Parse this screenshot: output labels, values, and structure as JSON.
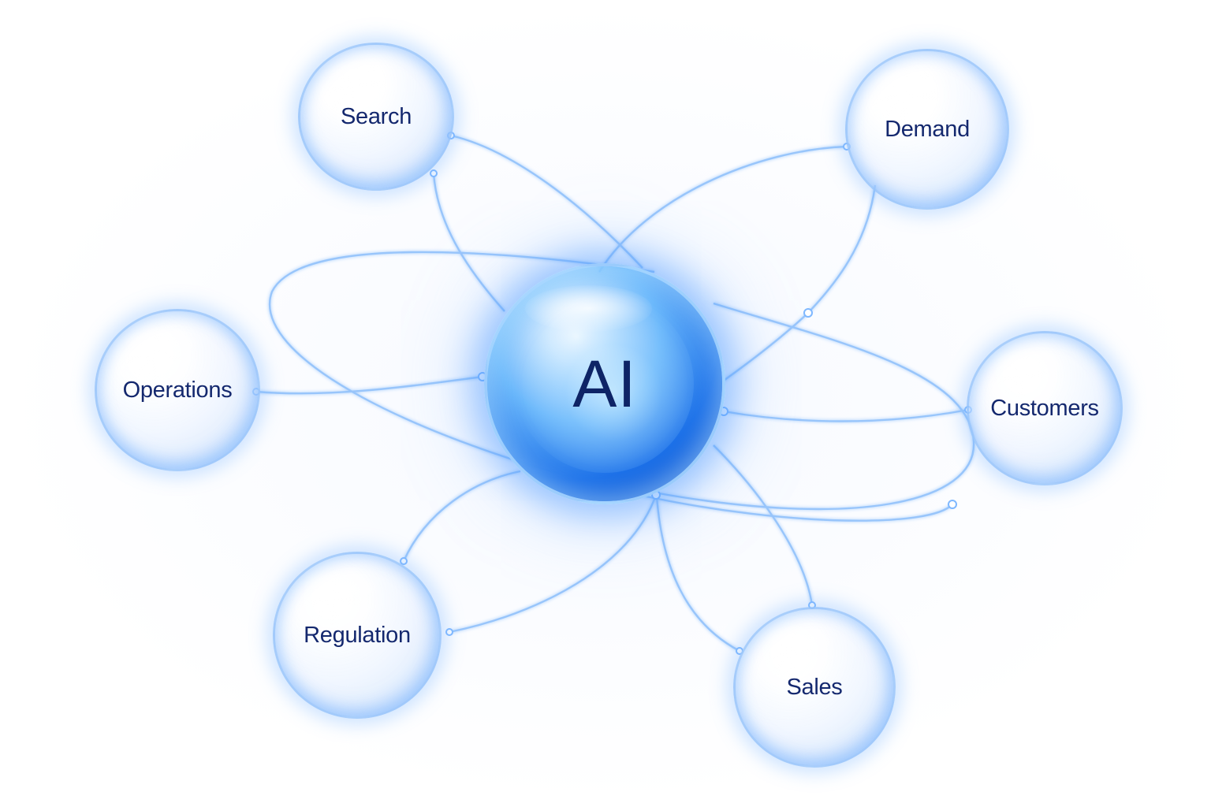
{
  "center": {
    "label": "AI"
  },
  "nodes": [
    {
      "id": "search",
      "label": "Search"
    },
    {
      "id": "demand",
      "label": "Demand"
    },
    {
      "id": "operations",
      "label": "Operations"
    },
    {
      "id": "customers",
      "label": "Customers"
    },
    {
      "id": "regulation",
      "label": "Regulation"
    },
    {
      "id": "sales",
      "label": "Sales"
    }
  ],
  "colors": {
    "connector": "#8ec0fb",
    "label_text": "#14286e",
    "core_blue": "#1a6fe8"
  }
}
